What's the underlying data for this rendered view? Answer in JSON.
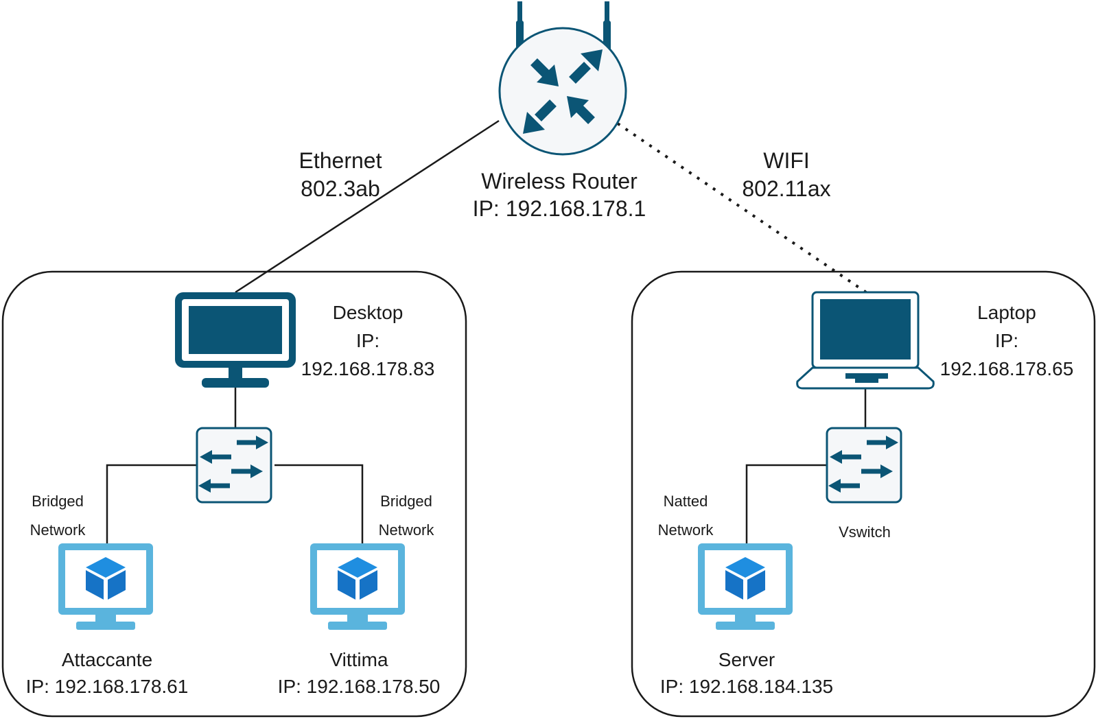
{
  "router": {
    "name": "Wireless Router",
    "ip": "IP: 192.168.178.1",
    "icon": "router-icon"
  },
  "links": {
    "ethernet": {
      "name": "Ethernet",
      "standard": "802.3ab",
      "style": "solid"
    },
    "wifi": {
      "name": "WIFI",
      "standard": "802.11ax",
      "style": "dotted"
    }
  },
  "desktop_group": {
    "host": {
      "name": "Desktop",
      "ip_label": "IP:",
      "ip": "192.168.178.83",
      "icon": "desktop-monitor-icon"
    },
    "switch": {
      "icon": "switch-icon"
    },
    "networks": [
      {
        "line1": "Bridged",
        "line2": "Network"
      },
      {
        "line1": "Bridged",
        "line2": "Network"
      }
    ],
    "vms": [
      {
        "name": "Attaccante",
        "ip": "IP: 192.168.178.61",
        "icon": "virtual-machine-icon"
      },
      {
        "name": "Vittima",
        "ip": "IP: 192.168.178.50",
        "icon": "virtual-machine-icon"
      }
    ]
  },
  "laptop_group": {
    "host": {
      "name": "Laptop",
      "ip_label": "IP:",
      "ip": "192.168.178.65",
      "icon": "laptop-icon"
    },
    "switch": {
      "name": "Vswitch",
      "icon": "switch-icon"
    },
    "network": {
      "line1": "Natted",
      "line2": "Network"
    },
    "vm": {
      "name": "Server",
      "ip": "IP: 192.168.184.135",
      "icon": "virtual-machine-icon"
    }
  },
  "colors": {
    "dark_blue": "#0b5575",
    "vm_light_blue": "#5ab4dd",
    "vm_cube_blue": "#1673c6",
    "line": "#1a1a1a"
  }
}
